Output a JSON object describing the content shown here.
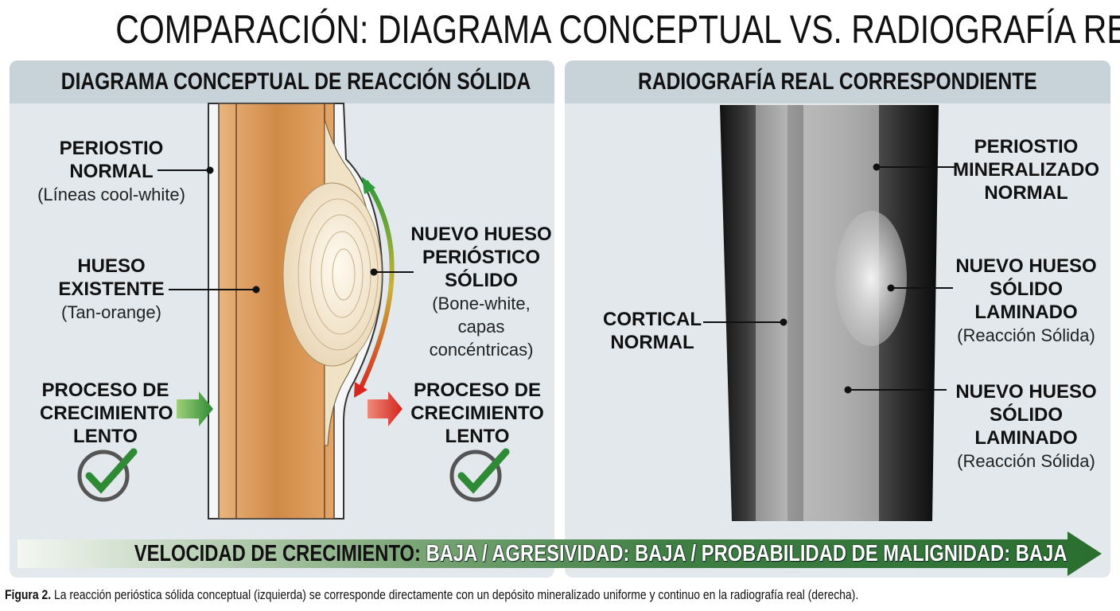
{
  "title": "COMPARACIÓN: DIAGRAMA CONCEPTUAL VS. RADIOGRAFÍA REAL",
  "left_panel": {
    "header": "DIAGRAMA CONCEPTUAL DE REACCIÓN SÓLIDA",
    "labels": {
      "periostio": {
        "title": "PERIOSTIO NORMAL",
        "sub": "(Líneas cool-white)"
      },
      "hueso": {
        "title": "HUESO EXISTENTE",
        "sub": "(Tan-orange)"
      },
      "proceso_left": {
        "title": "PROCESO DE CRECIMIENTO LENTO"
      },
      "nuevo": {
        "title": "NUEVO HUESO PERIÓSTICO SÓLIDO",
        "sub": "(Bone-white, capas concéntricas)"
      },
      "proceso_right": {
        "title": "PROCESO DE CRECIMIENTO LENTO"
      }
    }
  },
  "right_panel": {
    "header": "RADIOGRAFÍA REAL CORRESPONDIENTE",
    "labels": {
      "periostio": {
        "title": "PERIOSTIO MINERALIZADO NORMAL"
      },
      "nuevo1": {
        "title": "NUEVO HUESO SÓLIDO LAMINADO",
        "sub": "(Reacción Sólida)"
      },
      "cortical": {
        "title": "CORTICAL NORMAL"
      },
      "nuevo2": {
        "title": "NUEVO HUESO SÓLIDO LAMINADO",
        "sub": "(Reacción Sólida)"
      }
    }
  },
  "bar": {
    "k1": "VELOCIDAD DE CRECIMIENTO:",
    "v1": "BAJA / AGRESIVIDAD: BAJA / PROBABILIDAD DE MALIGNIDAD: BAJA"
  },
  "caption": {
    "bold": "Figura 2.",
    "text": " La reacción perióstica sólida conceptual (izquierda) se corresponde directamente con un depósito mineralizado uniforme y continuo en la radiografía real (derecha)."
  },
  "colors": {
    "bone_tan": "#d9924f",
    "bone_white": "#f3ead6",
    "green_arrow": "#2f7a36",
    "red_arrow": "#d63a2e",
    "panel_bg": "#e2e8ec",
    "header_bg": "#c8d2d9"
  }
}
